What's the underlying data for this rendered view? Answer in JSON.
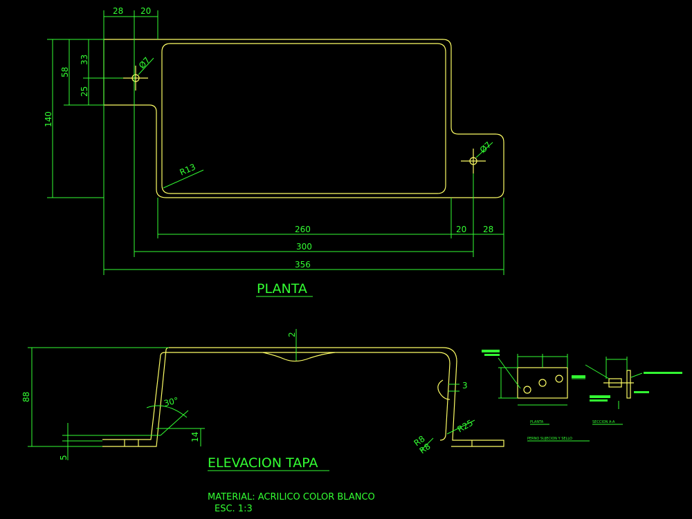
{
  "titles": {
    "plan": "PLANTA",
    "elevation": "ELEVACION TAPA"
  },
  "material": {
    "line1": "MATERIAL:  ACRILICO COLOR BLANCO",
    "line2": "ESC. 1:3"
  },
  "plan_dims": {
    "top_a": "28",
    "top_b": "20",
    "left_33": "33",
    "left_25": "25",
    "left_58": "58",
    "left_140": "140",
    "hole_1": "Ø7",
    "hole_2": "Ø7",
    "radius": "R13",
    "bottom_260": "260",
    "bottom_20": "20",
    "bottom_28": "28",
    "bottom_300": "300",
    "bottom_356": "356"
  },
  "elev_dims": {
    "height_88": "88",
    "thickness_2": "2",
    "notch_3": "3",
    "angle_30": "30°",
    "foot_14": "14",
    "foot_5": "5",
    "r25": "R25",
    "r8_a": "R8",
    "r8_b": "R8"
  },
  "detail": {
    "plan_label": "PLANTA",
    "section_label": "SECCION A-A",
    "caption": "PERNO SUJECION Y SELLO"
  },
  "colors": {
    "background": "#000000",
    "geometry": "#ffff66",
    "dimensions": "#33ff33"
  }
}
